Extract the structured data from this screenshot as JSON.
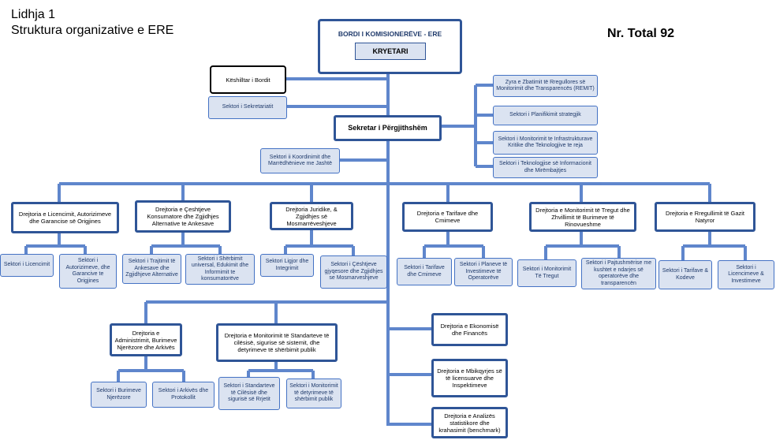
{
  "heading": {
    "line1": "Lidhja 1",
    "line2": "Struktura organizative e ERE",
    "total": "Nr. Total 92"
  },
  "board": {
    "title": "BORDI I KOMISIONERËVE - ERE",
    "chair": "KRYETARI"
  },
  "advisor": "Këshilltar  i Bordit",
  "secretariat": "Sektori i Sekretariatit",
  "secretary_general": "Sekretar  i  Përgjithshëm",
  "coordination": "Sektori ii Koordinimit dhe Marrëdhënieve me Jashtë",
  "right_units": [
    "Zyra e Zbatimit të Rregullores së Monitorimit dhe Transparencës (REMIT)",
    "Sektori i Planifikimit strategjik",
    "Sektori i Monitorimit te Infrastrukturave Kritike dhe Teknologjive te reja",
    "Sektori i Teknologjise së Informacionit dhe Mirëmbajtjes"
  ],
  "directorates": [
    {
      "name": "Drejtoria e  Licencimit, Autorizimeve dhe Garancise së Origjines",
      "sectors": [
        "Sektori i Licencimit",
        "Sektori i Autorizimeve, dhe Garancive te Origjines"
      ]
    },
    {
      "name": "Drejtoria e Çeshtjeve Konsumatore dhe Zgjidhjes Alternative  te Ankesave",
      "sectors": [
        "Sektori i Trajtimit të Ankesave dhe Zgjidhjeve Alternative",
        "Sektori i Shërbimit universal, Edukimit dhe Informimit te konsumatorëve"
      ]
    },
    {
      "name": "Drejtoria Juridike, & Zgjidhjes së Mosmarrëveshjeve",
      "sectors": [
        "Sektori Ligjor dhe Integrimit",
        "Sektori i Çështjeve gjyqesore dhe Zgjidhjes se Mosmarveshjeve"
      ]
    },
    {
      "name": "Drejtoria e Tarifave dhe Cmimeve",
      "sectors": [
        "Sektori i Tarifave dhe Cmimeve",
        "Sektori i Planeve të Investimeve të Operatorëve"
      ]
    },
    {
      "name": "Drejtoria e Monitorimit të Tregut dhe Zhvillimit të Burimeve të Rinovueshme",
      "sectors": [
        "Sektori i  Monitorimit Të Tregut",
        "Sektori i Pajtushmërise me kushtet e ndarjes së operatorëve dhe transparencën"
      ]
    },
    {
      "name": "Drejtoria e Rregullimit të Gazit Natyror",
      "sectors": [
        "Sektori i Tarifave & Kodeve",
        "Sektori i Licencimeve & Investimeve"
      ]
    }
  ],
  "lower_directorates": [
    {
      "name": "Drejtoria e Administrimit, Burimeve Njerëzore dhe Arkivës",
      "sectors": [
        "Sektori i Burimeve  Njerëzore",
        "Sektori i Arkivës dhe Protokollit"
      ]
    },
    {
      "name": "Drejtoria e Monitorimit të Standarteve të cilësisë, sigurise së sistemit, dhe detyrimeve të shërbimit publik",
      "sectors": [
        "Sektori i Standarteve të Cilësisë dhe sigurisë së Rrjetit",
        "Sektori i Monitorimit të detyrimeve të shërbimit publik"
      ]
    }
  ],
  "bottom_right": [
    "Drejtoria e Ekonomisë dhe Financës",
    "Drejtoria e Mbikqyrjes së të licensuarve dhe Inspektimeve",
    "Drejtoria e Analizës statistikore dhe krahasimit (benchmark)"
  ]
}
